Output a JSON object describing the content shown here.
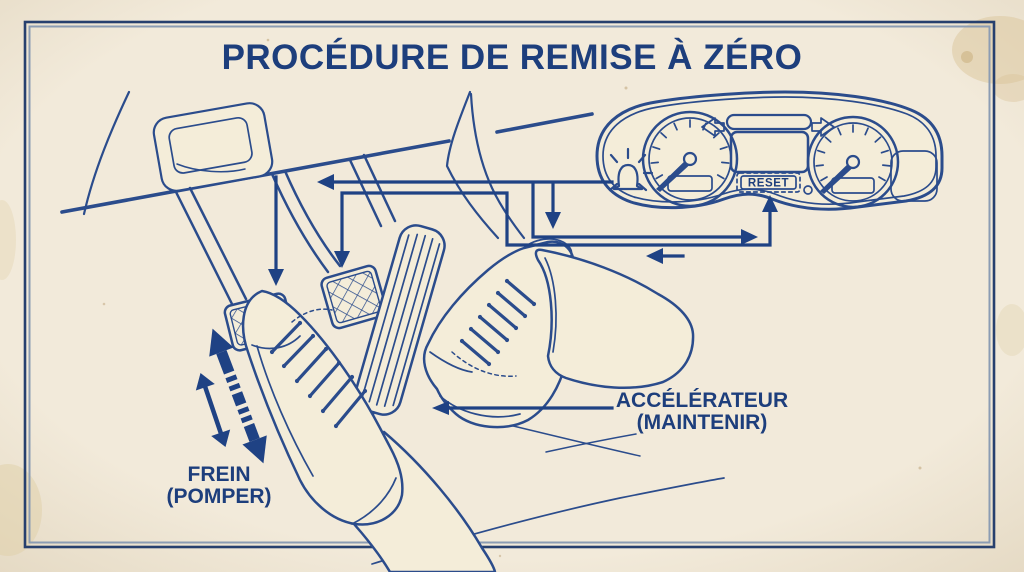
{
  "page": {
    "title": "PROCÉDURE DE REMISE À ZÉRO"
  },
  "labels": {
    "brake_line1": "FREIN",
    "brake_line2": "(POMPER)",
    "accel_line1": "ACCÉLÉRATEUR",
    "accel_line2": "(MAINTENIR)",
    "reset": "RESET"
  },
  "colors": {
    "paper": "#f4edd9",
    "paper_margin": "#efe6cc",
    "ink_line": "#2b4c8c",
    "ink_dark": "#1d3e7c",
    "arrow": "#1f4284",
    "frame_outer": "#27406e",
    "frame_inner": "#8b9cb3",
    "stain": "#dcc9a0"
  },
  "icons": {
    "warning_lamp": "brake-warning-lamp-icon",
    "turn_left": "turn-signal-left-arrow-icon",
    "turn_right": "turn-signal-right-arrow-icon",
    "reset_button": "reset-button",
    "pump_arrow": "double-headed-pump-arrow-icon"
  }
}
